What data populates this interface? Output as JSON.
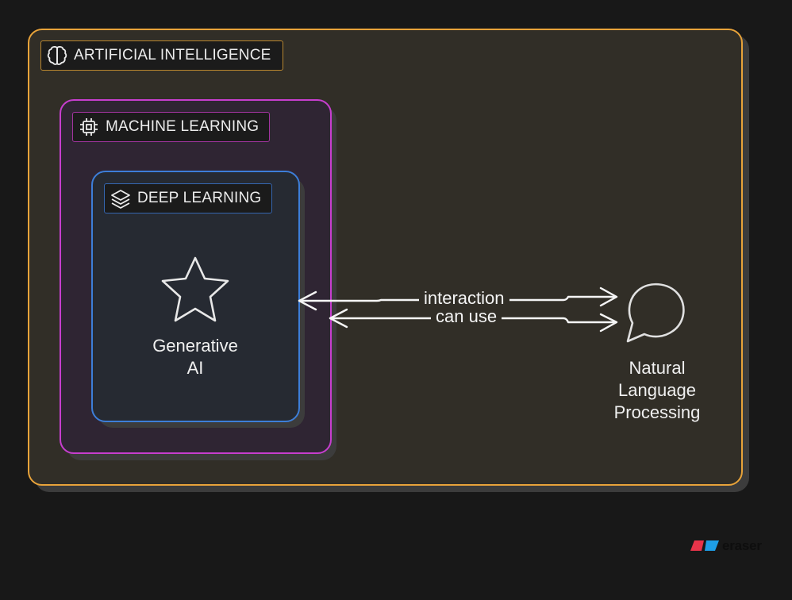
{
  "diagram": {
    "groups": [
      {
        "id": "ai",
        "label": "ARTIFICIAL INTELLIGENCE",
        "icon": "brain-icon",
        "color": "#e8a33a"
      },
      {
        "id": "ml",
        "label": "MACHINE LEARNING",
        "icon": "chip-icon",
        "color": "#c73ecf"
      },
      {
        "id": "dl",
        "label": "DEEP LEARNING",
        "icon": "layers-icon",
        "color": "#3d7ed8"
      }
    ],
    "nodes": [
      {
        "id": "genai",
        "line1": "Generative",
        "line2": "AI",
        "icon": "star-icon"
      },
      {
        "id": "nlp",
        "line1": "Natural",
        "line2": "Language",
        "line3": "Processing",
        "icon": "speech-bubble-icon"
      }
    ],
    "edges": [
      {
        "from": "nlp",
        "to": "dl",
        "label": "interaction",
        "bidirectional": true
      },
      {
        "from": "nlp",
        "to": "ml",
        "label": "can use",
        "bidirectional": true
      }
    ]
  },
  "branding": {
    "text": "eraser",
    "colors": [
      "#e8344a",
      "#1e9ee6"
    ]
  }
}
